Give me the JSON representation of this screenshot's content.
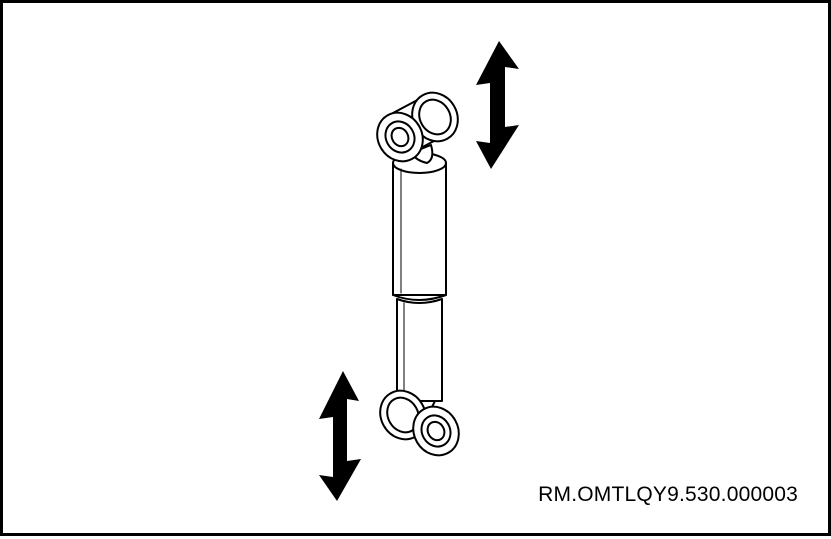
{
  "figure": {
    "reference_code": "RM.OMTLQY9.530.000003",
    "subject": "shock-absorber",
    "motion_indicator": "double-headed-vertical-arrow",
    "colors": {
      "line": "#000000",
      "fill": "#ffffff",
      "arrow": "#000000"
    }
  }
}
